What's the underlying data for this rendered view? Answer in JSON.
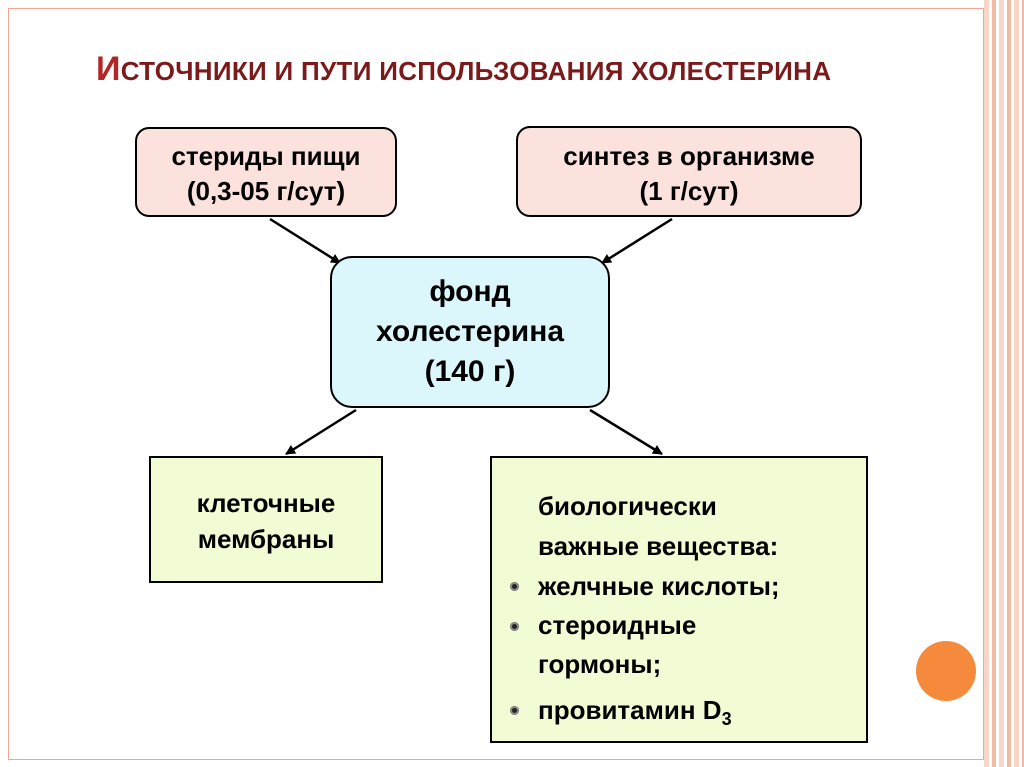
{
  "title": {
    "first_letter": "И",
    "rest": "СТОЧНИКИ И ПУТИ ИСПОЛЬЗОВАНИЯ ХОЛЕСТЕРИНА"
  },
  "sources": {
    "food": {
      "line1": "стериды пищи",
      "line2": "(0,3-05 г/сут)"
    },
    "synthesis": {
      "line1": "синтез в организме",
      "line2": "(1 г/сут)"
    }
  },
  "pool": {
    "line1": "фонд",
    "line2": "холестерина",
    "line3": "(140 г)"
  },
  "uses": {
    "membranes": {
      "line1": "клеточные",
      "line2": "мембраны"
    },
    "substances": {
      "heading1": "биологически",
      "heading2": "важные вещества:",
      "item1": "желчные кислоты;",
      "item2a": "стероидные",
      "item2b": "гормоны;",
      "item3": "провитамин D",
      "item3_sub": "3"
    }
  },
  "colors": {
    "title_accent": "#b32626",
    "source_fill": "#fbe2dc",
    "pool_fill": "#dcf7fb",
    "use_fill": "#f2fcd4",
    "decor_circle": "#f58a3c"
  }
}
